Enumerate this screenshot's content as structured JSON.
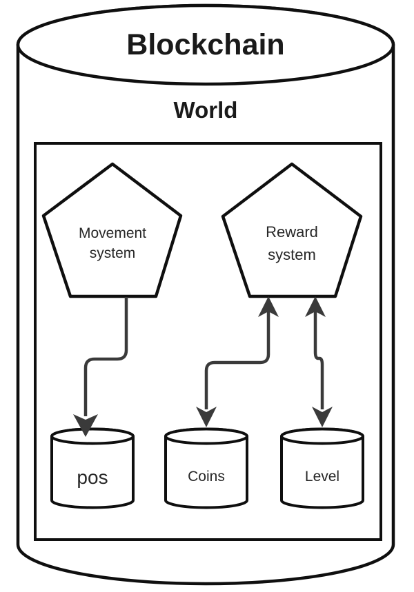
{
  "diagram": {
    "container": {
      "title": "Blockchain",
      "subtitle": "World"
    },
    "systems": [
      {
        "id": "movement-system",
        "label_lines": [
          "Movement",
          "system"
        ]
      },
      {
        "id": "reward-system",
        "label_lines": [
          "Reward",
          "system"
        ]
      }
    ],
    "stores": [
      {
        "id": "pos",
        "label": "pos"
      },
      {
        "id": "coins",
        "label": "Coins"
      },
      {
        "id": "level",
        "label": "Level"
      }
    ],
    "connections": [
      {
        "from": "Movement system",
        "to": "pos",
        "direction": "one-way"
      },
      {
        "from": "Reward system",
        "to": "Coins",
        "direction": "two-way"
      },
      {
        "from": "Reward system",
        "to": "Level",
        "direction": "two-way"
      }
    ],
    "colors": {
      "shape_stroke": "#0f0f0f",
      "connector": "#3a3a3a",
      "background": "#ffffff",
      "text": "#1a1a1a"
    }
  }
}
